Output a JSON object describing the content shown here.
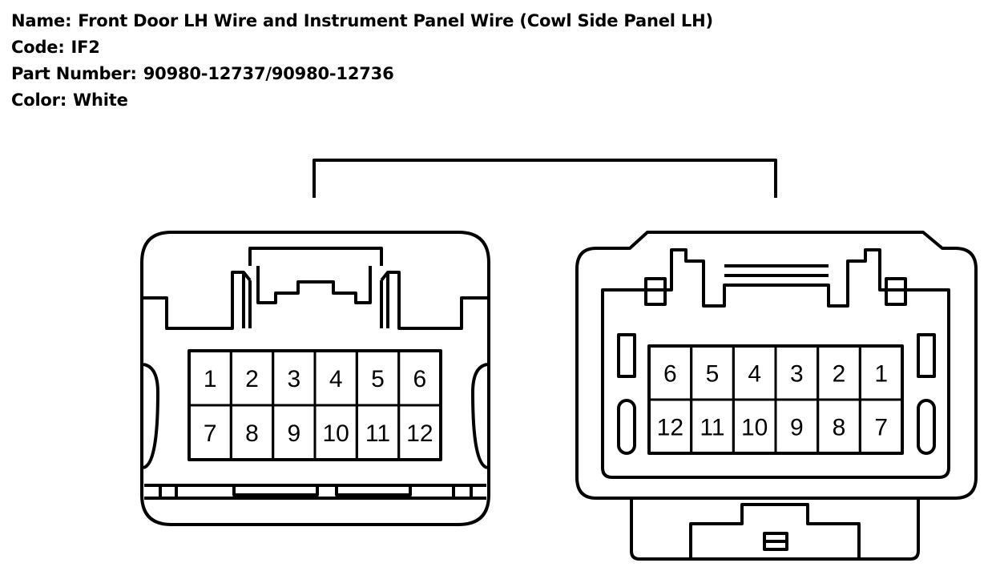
{
  "info": {
    "name_label": "Name:",
    "name_value": "Front Door LH Wire and Instrument Panel Wire (Cowl Side Panel LH)",
    "code_label": "Code:",
    "code_value": "IF2",
    "part_label": "Part Number:",
    "part_value": "90980-12737/90980-12736",
    "color_label": "Color:",
    "color_value": "White"
  },
  "connectors": {
    "left_pins": [
      "1",
      "2",
      "3",
      "4",
      "5",
      "6",
      "7",
      "8",
      "9",
      "10",
      "11",
      "12"
    ],
    "right_pins": [
      "6",
      "5",
      "4",
      "3",
      "2",
      "1",
      "12",
      "11",
      "10",
      "9",
      "8",
      "7"
    ]
  }
}
